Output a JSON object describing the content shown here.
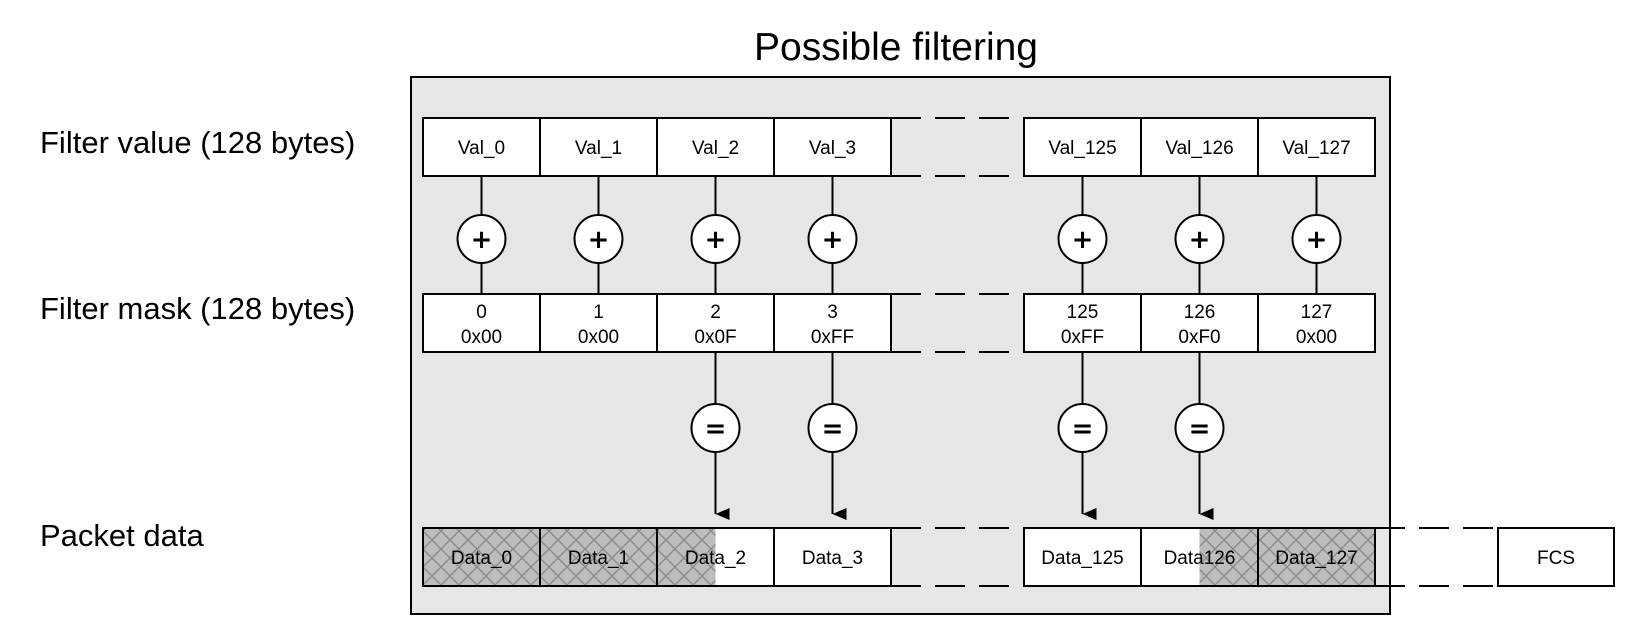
{
  "title": "Possible filtering",
  "labels": {
    "filter_value": "Filter value (128 bytes)",
    "filter_mask": "Filter mask (128 bytes)",
    "packet_data": "Packet data"
  },
  "operators": {
    "combine": "+",
    "equals": "="
  },
  "filter_values": [
    "Val_0",
    "Val_1",
    "Val_2",
    "Val_3",
    "Val_125",
    "Val_126",
    "Val_127"
  ],
  "filter_masks": [
    {
      "index": "0",
      "mask": "0x00"
    },
    {
      "index": "1",
      "mask": "0x00"
    },
    {
      "index": "2",
      "mask": "0x0F"
    },
    {
      "index": "3",
      "mask": "0xFF"
    },
    {
      "index": "125",
      "mask": "0xFF"
    },
    {
      "index": "126",
      "mask": "0xF0"
    },
    {
      "index": "127",
      "mask": "0x00"
    }
  ],
  "packet_cells": [
    "Data_0",
    "Data_1",
    "Data_2",
    "Data_3",
    "Data_125",
    "Data126",
    "Data_127"
  ],
  "packet_mask_coverage": [
    "full",
    "full",
    "left-half",
    "none",
    "none",
    "right-half",
    "full"
  ],
  "equality_checks_on": [
    "2",
    "3",
    "125",
    "126"
  ],
  "fcs_label": "FCS",
  "colors": {
    "panel_background": "#e6e6e6",
    "cell_background": "#ffffff",
    "stroke": "#000000",
    "hatch": "#bdbdbd"
  }
}
